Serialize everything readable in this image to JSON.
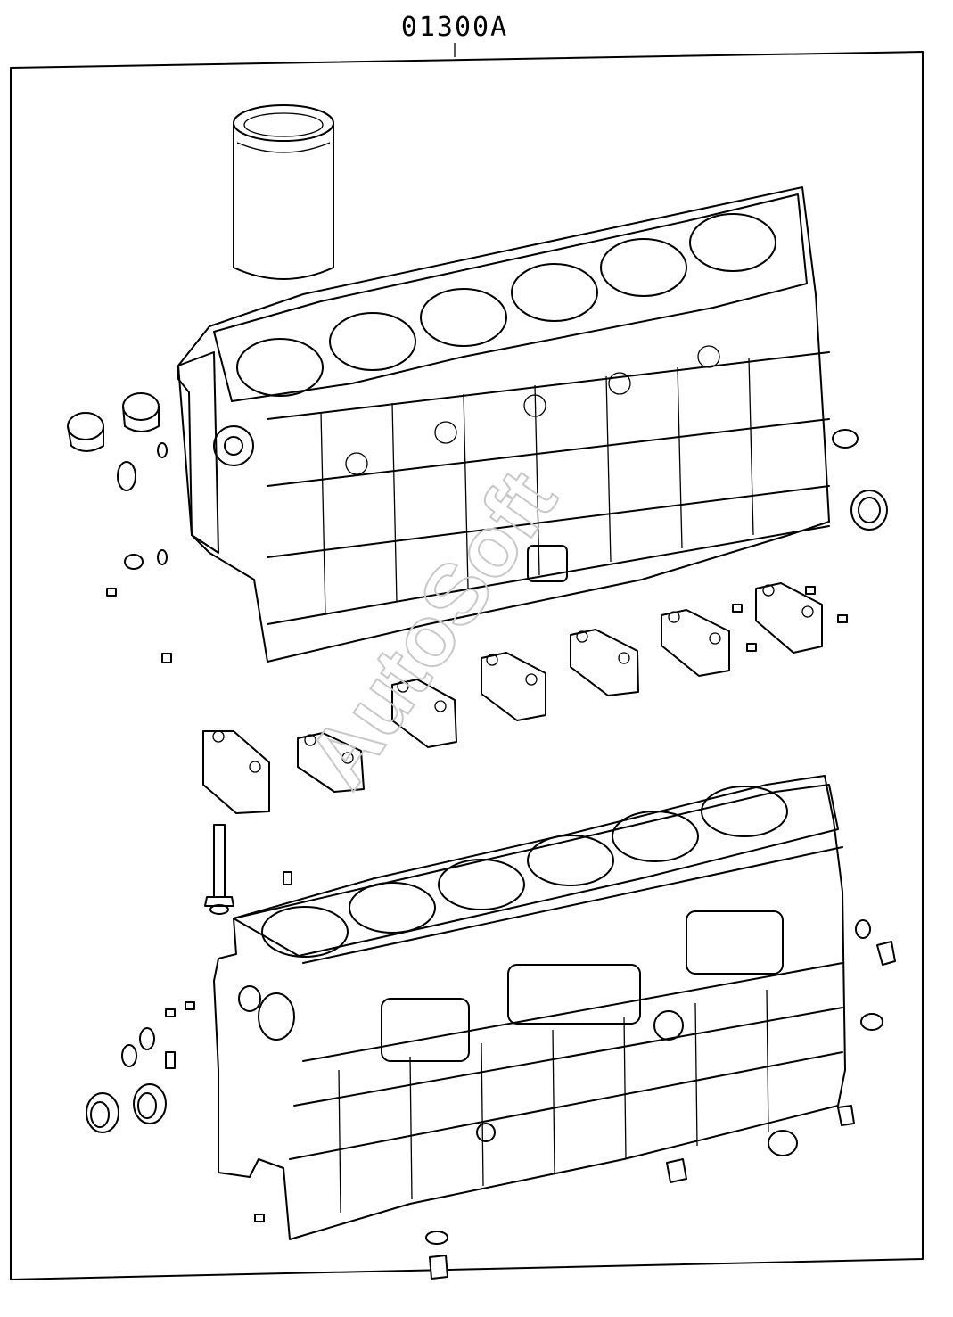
{
  "header": {
    "part_number": "01300A"
  },
  "watermark": {
    "text": "AutoSoft"
  },
  "colors": {
    "line": "#000000",
    "background": "#ffffff",
    "watermark": "#c8c8c8"
  },
  "parts": [
    {
      "name": "cylinder-liner",
      "icon": "cylinder-liner-icon"
    },
    {
      "name": "cylinder-block-top-view",
      "icon": "engine-block-icon"
    },
    {
      "name": "main-bearing-caps",
      "icon": "bearing-cap-icon"
    },
    {
      "name": "cylinder-block-bottom-view",
      "icon": "engine-block-icon"
    },
    {
      "name": "plugs-and-dowels",
      "icon": "plug-icon"
    },
    {
      "name": "bolts",
      "icon": "bolt-icon"
    }
  ]
}
